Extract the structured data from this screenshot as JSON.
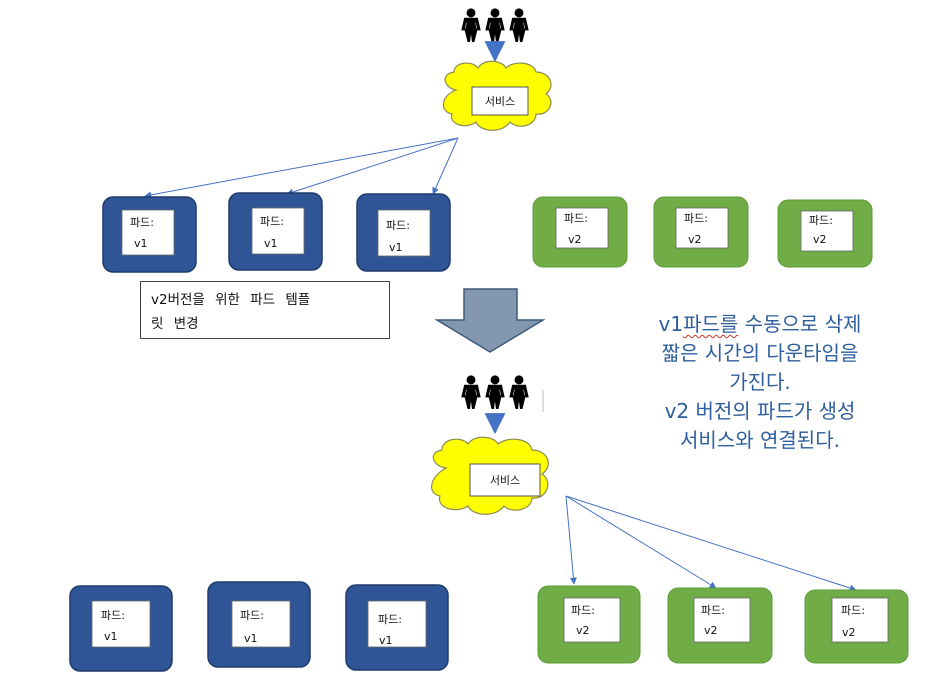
{
  "service_label": "서비스",
  "pod_title": "파드:",
  "before": {
    "pods": [
      {
        "version": "v1"
      },
      {
        "version": "v1"
      },
      {
        "version": "v1"
      },
      {
        "version": "v2"
      },
      {
        "version": "v2"
      },
      {
        "version": "v2"
      }
    ]
  },
  "after": {
    "pods": [
      {
        "version": "v1"
      },
      {
        "version": "v1"
      },
      {
        "version": "v1"
      },
      {
        "version": "v2"
      },
      {
        "version": "v2"
      },
      {
        "version": "v2"
      }
    ]
  },
  "note": {
    "line1": "v2버전을 위한 파드 템플",
    "line2": "릿 변경"
  },
  "description": {
    "line1_prefix": "v1",
    "line1_squiggle": "파드를",
    "line1_rest": " 수동으로 삭제",
    "line2": "짧은 시간의 다운타임을",
    "line3": "가진다.",
    "line4": "v2 버전의 파드가 생성",
    "line5": "서비스와 연결된다."
  },
  "colors": {
    "v1_pod": "#2f5597",
    "v1_pod_border": "#1f3b6b",
    "v2_pod": "#70ad47",
    "v2_pod_border": "#5a9a36",
    "service_cloud": "#ffff00",
    "arrow": "#4472c4",
    "transition_arrow": "#8497b0",
    "text_blue": "#2e5e9e"
  },
  "icons": {
    "users": "users-icon",
    "cloud": "cloud-icon"
  }
}
